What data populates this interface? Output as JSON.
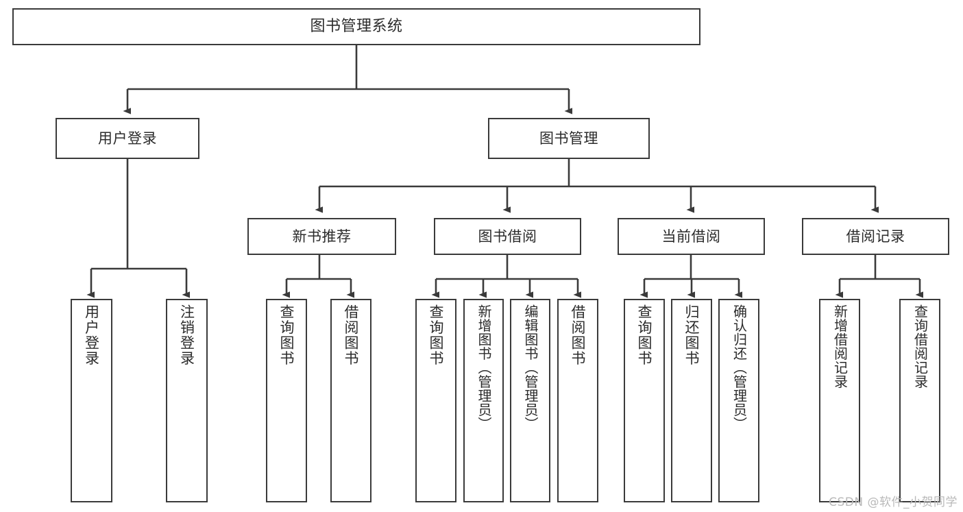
{
  "diagram": {
    "title": "图书管理系统",
    "type": "tree-hierarchy",
    "watermark": "CSDN @软件_小贺同学",
    "stroke_color": "#3a3a3a",
    "fill_color": "#ffffff",
    "text_color": "#2b2b2b"
  },
  "nodes": {
    "root": {
      "label": "图书管理系统"
    },
    "level2": [
      {
        "id": "user-login",
        "label": "用户登录"
      },
      {
        "id": "book-manage",
        "label": "图书管理"
      }
    ],
    "level3": [
      {
        "id": "new-book-recommend",
        "label": "新书推荐"
      },
      {
        "id": "book-borrow",
        "label": "图书借阅"
      },
      {
        "id": "current-borrow",
        "label": "当前借阅"
      },
      {
        "id": "borrow-record",
        "label": "借阅记录"
      }
    ],
    "leaves": [
      {
        "id": "leaf-user-login",
        "label": "用户登录",
        "parent": "user-login"
      },
      {
        "id": "leaf-logout",
        "label": "注销登录",
        "parent": "user-login"
      },
      {
        "id": "leaf-query-book-1",
        "label": "查询图书",
        "parent": "new-book-recommend"
      },
      {
        "id": "leaf-borrow-book-1",
        "label": "借阅图书",
        "parent": "new-book-recommend"
      },
      {
        "id": "leaf-query-book-2",
        "label": "查询图书",
        "parent": "book-borrow"
      },
      {
        "id": "leaf-add-book",
        "label": "新增图书（管理员）",
        "parent": "book-borrow"
      },
      {
        "id": "leaf-edit-book",
        "label": "编辑图书（管理员）",
        "parent": "book-borrow"
      },
      {
        "id": "leaf-borrow-book-2",
        "label": "借阅图书",
        "parent": "book-borrow"
      },
      {
        "id": "leaf-query-book-3",
        "label": "查询图书",
        "parent": "current-borrow"
      },
      {
        "id": "leaf-return-book",
        "label": "归还图书",
        "parent": "current-borrow"
      },
      {
        "id": "leaf-confirm-return",
        "label": "确认归还（管理员）",
        "parent": "current-borrow"
      },
      {
        "id": "leaf-add-record",
        "label": "新增借阅记录",
        "parent": "borrow-record"
      },
      {
        "id": "leaf-query-record",
        "label": "查询借阅记录",
        "parent": "borrow-record"
      }
    ]
  }
}
